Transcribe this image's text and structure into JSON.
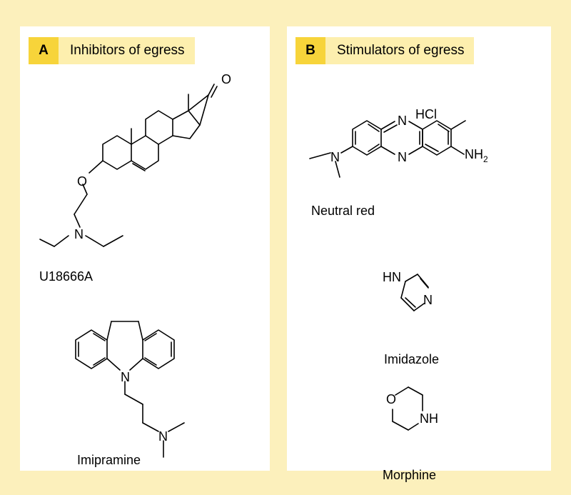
{
  "panel_a": {
    "letter": "A",
    "title": "Inhibitors of egress",
    "compounds": [
      {
        "name": "U18666A",
        "atoms": {
          "o_ketone": "O",
          "o_ether": "O",
          "n_amine": "N"
        }
      },
      {
        "name": "Imipramine",
        "atoms": {
          "n_ring": "N",
          "n_amine": "N"
        }
      }
    ]
  },
  "panel_b": {
    "letter": "B",
    "title": "Stimulators of egress",
    "compounds": [
      {
        "name": "Neutral red",
        "atoms": {
          "salt": "HCl",
          "n_top": "N",
          "n_bottom": "N",
          "n_amine": "N",
          "nh2": "NH",
          "nh2_sub": "2"
        }
      },
      {
        "name": "Imidazole",
        "atoms": {
          "hn": "HN",
          "n": "N"
        }
      },
      {
        "name": "Morphine",
        "atoms": {
          "o": "O",
          "nh": "NH"
        }
      }
    ]
  },
  "colors": {
    "background": "#fcf0bc",
    "letter_box": "#f7d43a",
    "title_box": "#fdefae",
    "panel": "#ffffff"
  }
}
